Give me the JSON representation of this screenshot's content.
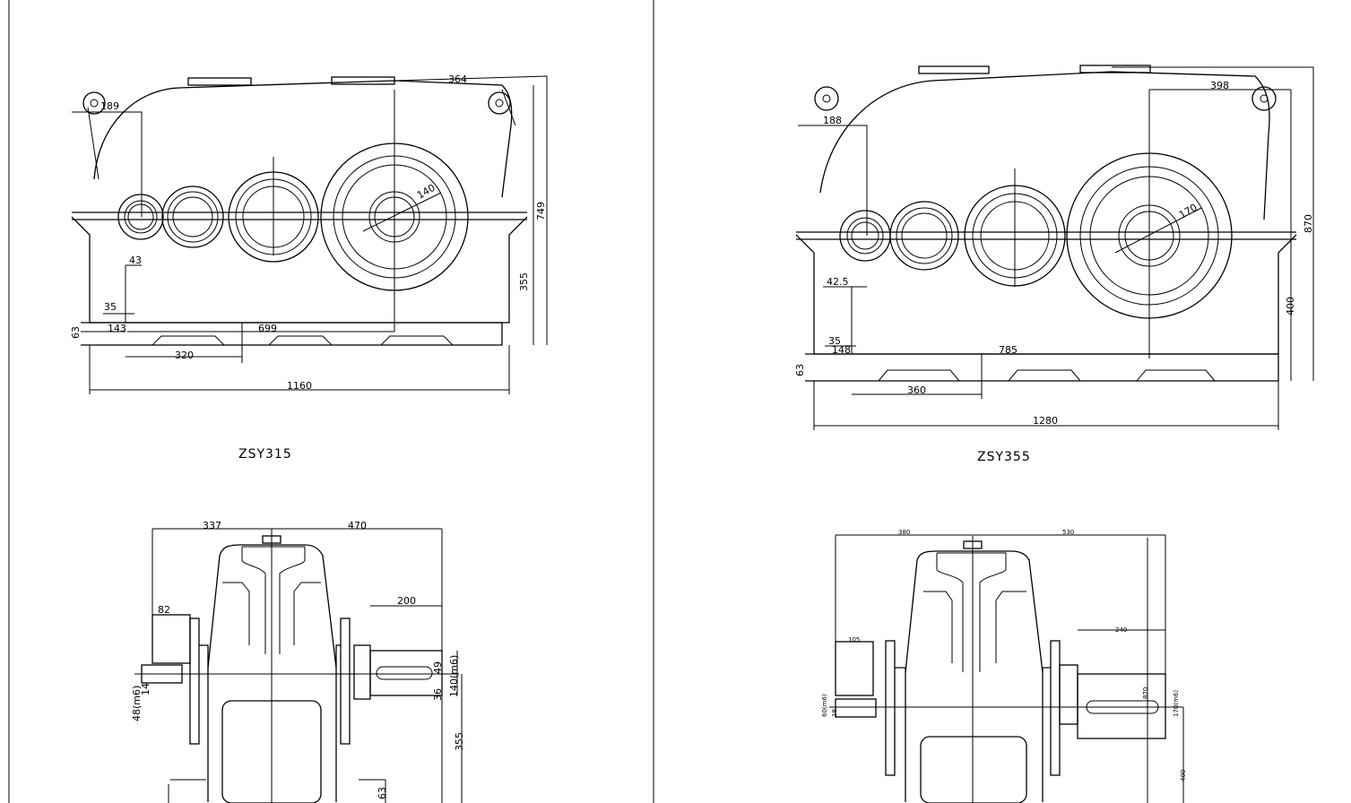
{
  "drawings": {
    "left": {
      "title": "ZSY315",
      "front": {
        "d1": "364",
        "d2": "189",
        "d3": "140",
        "d4": "749",
        "d5": "43",
        "d6": "355",
        "d7": "35",
        "d8": "143",
        "d9": "699",
        "d10": "63",
        "d11": "320",
        "d12": "1160"
      },
      "side": {
        "d1": "337",
        "d2": "470",
        "d3": "82",
        "d4": "200",
        "d5": "48(m6)",
        "d6": "14",
        "d7": "140(m6)",
        "d8": "36",
        "d9": "49",
        "d10": "355",
        "d11": "63"
      }
    },
    "right": {
      "title": "ZSY355",
      "front": {
        "d1": "398",
        "d2": "188",
        "d3": "170",
        "d4": "870",
        "d5": "42.5",
        "d6": "400",
        "d7": "35",
        "d8": "148",
        "d9": "785",
        "d10": "63",
        "d11": "360",
        "d12": "1280"
      },
      "side": {
        "d1": "380",
        "d2": "530",
        "d3": "105",
        "d4": "240",
        "d5": "60(m6)",
        "d6": "18",
        "d7": "170(m6)",
        "d8": "870",
        "d9": "400"
      }
    }
  }
}
